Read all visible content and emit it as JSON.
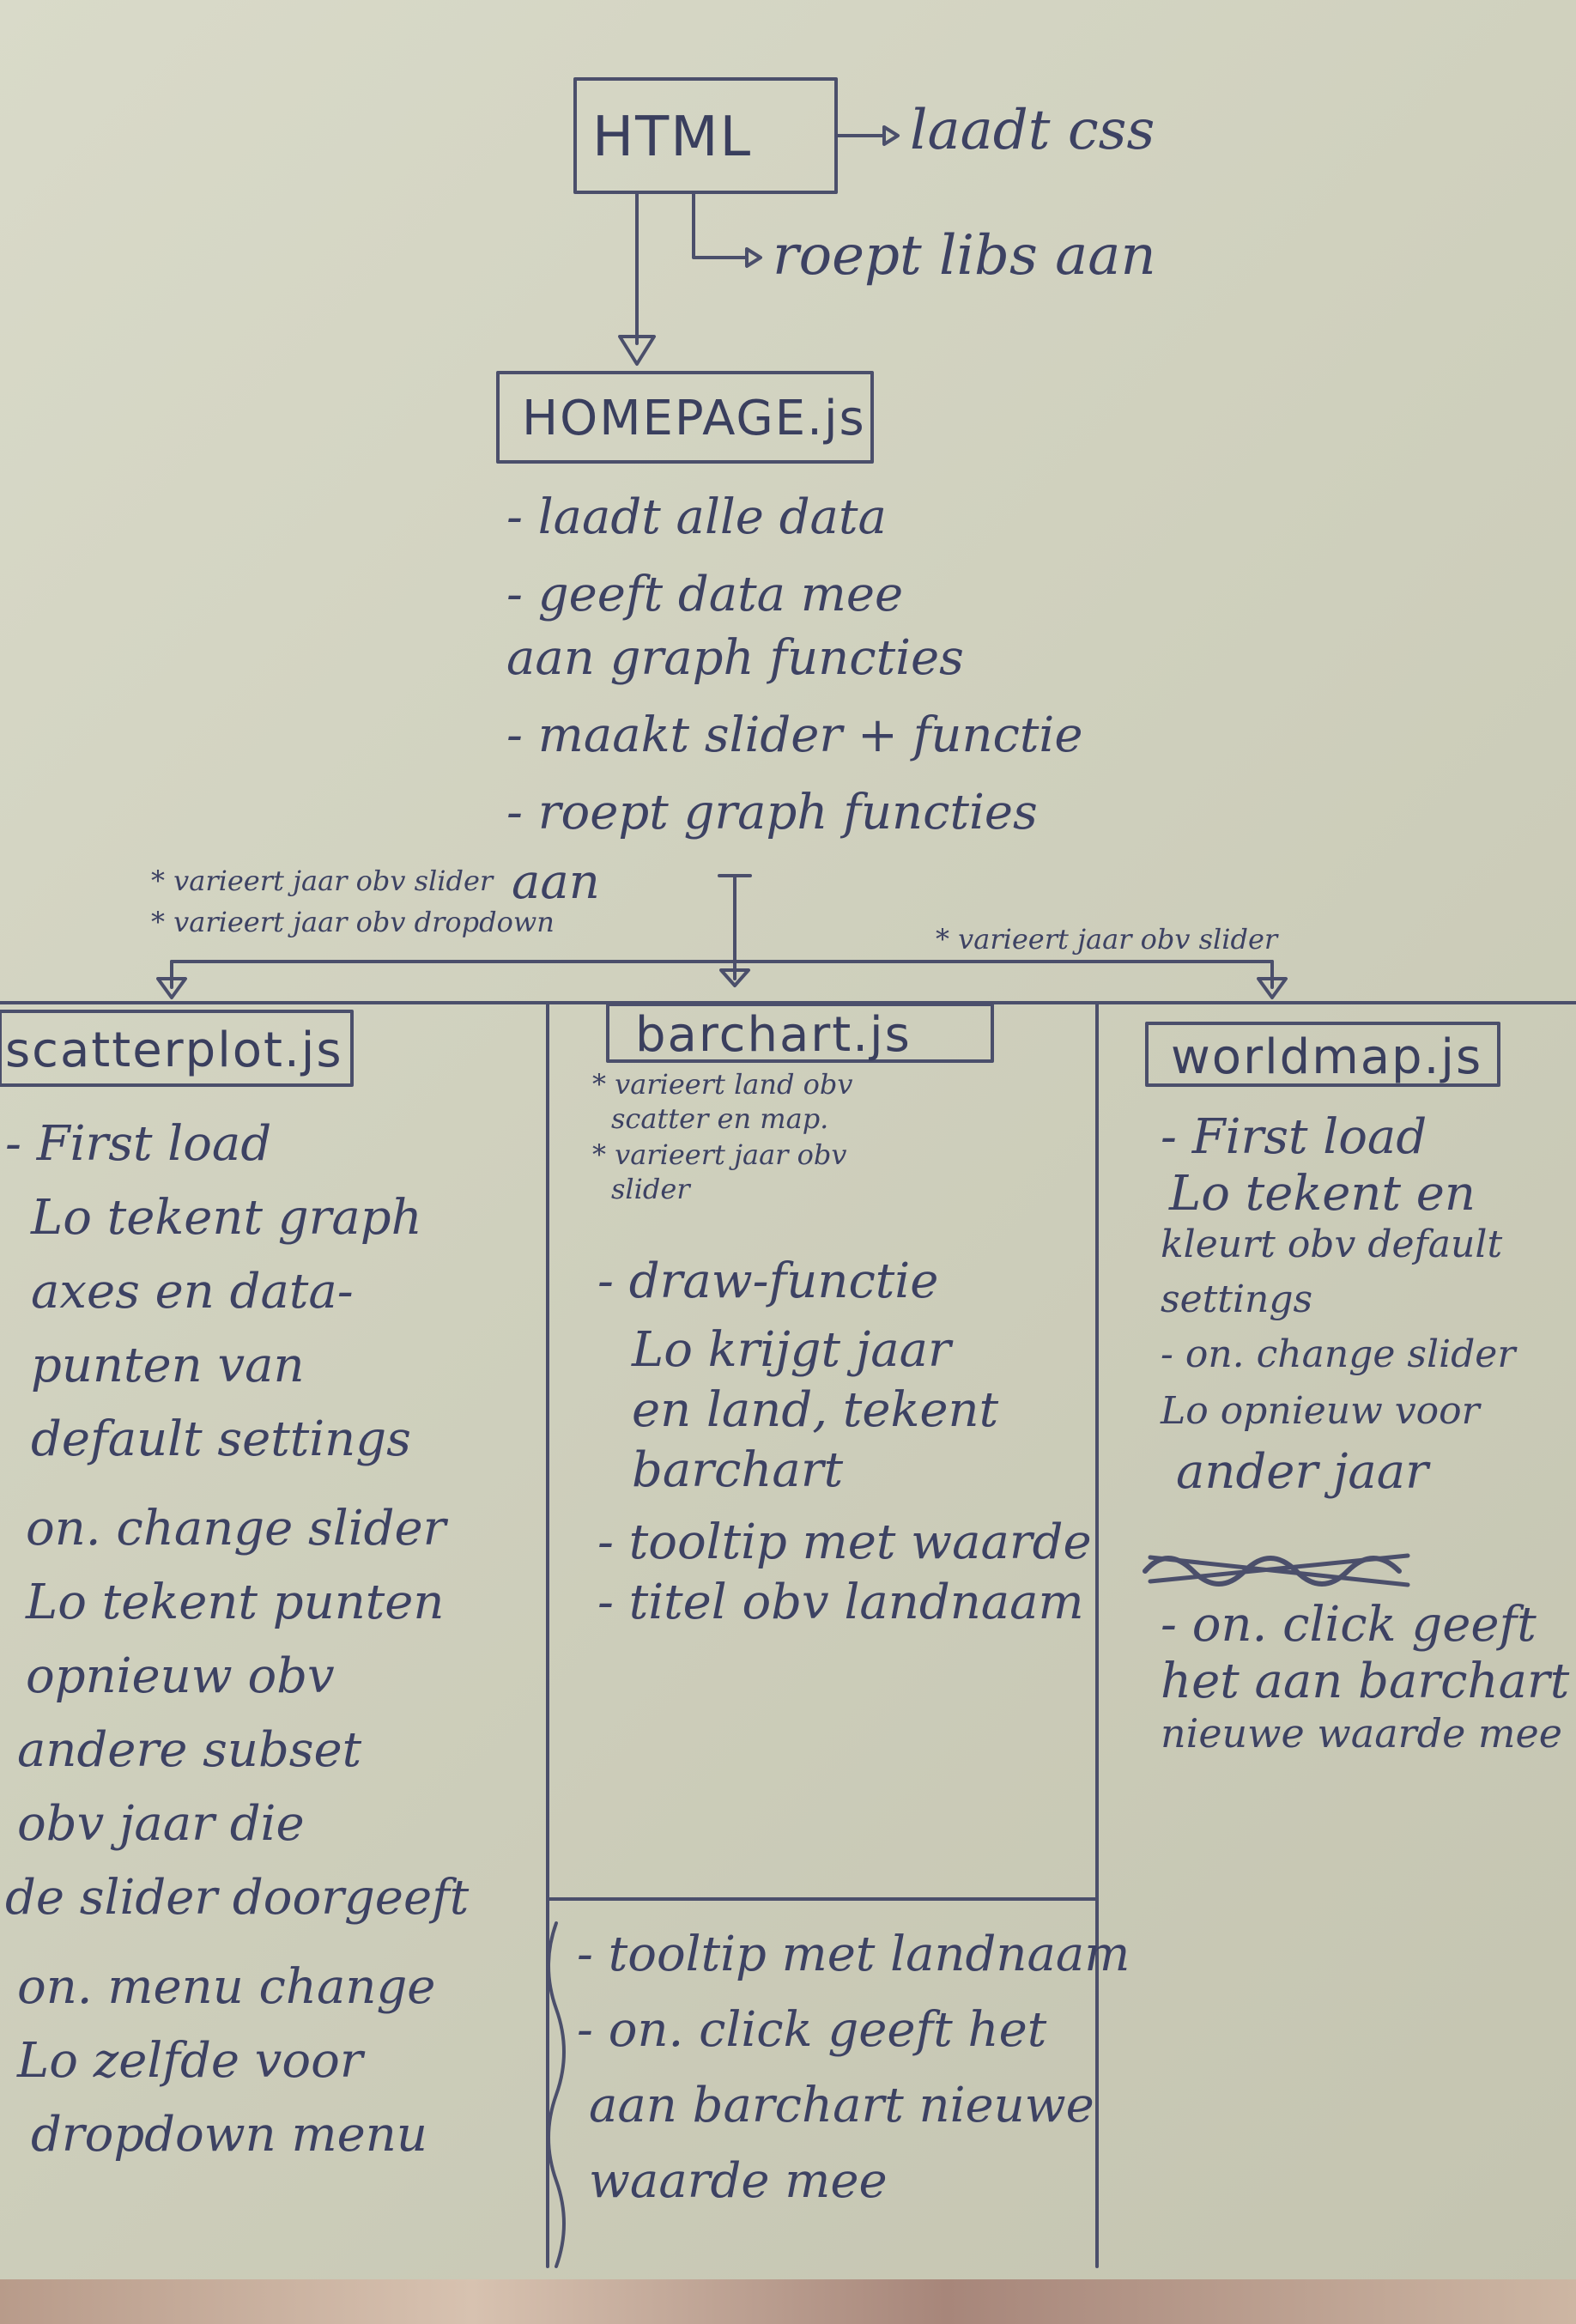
{
  "nodes": {
    "html": {
      "label": "HTML",
      "notes": [
        "laadt css",
        "roept libs aan"
      ]
    },
    "homepage": {
      "label": "HOMEPAGE.js",
      "notes": [
        "- laadt alle data",
        "- geeft data mee",
        "aan graph functies",
        "- maakt slider + functie",
        "- roept graph functies",
        "aan"
      ]
    },
    "scatter": {
      "label": "scatterplot.js",
      "edge_notes": [
        "* varieert jaar obv slider",
        "* varieert jaar obv dropdown"
      ],
      "notes": [
        "- First load",
        "Lo tekent graph",
        "axes en data-",
        "punten van",
        "default settings",
        "on. change slider",
        "Lo tekent punten",
        "opnieuw obv",
        "andere subset",
        "obv jaar die",
        "de slider doorgeeft",
        "on. menu change",
        "Lo zelfde voor",
        "dropdown menu"
      ]
    },
    "barchart": {
      "label": "barchart.js",
      "edge_notes": [
        "* varieert land obv",
        "scatter en map.",
        "* varieert jaar obv",
        "slider"
      ],
      "notes": [
        "- draw-functie",
        "Lo krijgt jaar",
        "en land, tekent",
        "barchart",
        "- tooltip met waarde",
        "- titel obv landnaam"
      ],
      "lower_notes": [
        "- tooltip met landnaam",
        "- on. click geeft het",
        "aan barchart nieuwe",
        "waarde mee"
      ]
    },
    "worldmap": {
      "label": "worldmap.js",
      "edge_notes": [
        "* varieert jaar obv slider"
      ],
      "notes": [
        "- First load",
        "Lo tekent en",
        "kleurt obv default",
        "settings",
        "- on. change slider",
        "Lo opnieuw voor",
        "ander jaar",
        "- on. click geeft",
        "het aan barchart",
        "nieuwe waarde mee"
      ]
    }
  }
}
